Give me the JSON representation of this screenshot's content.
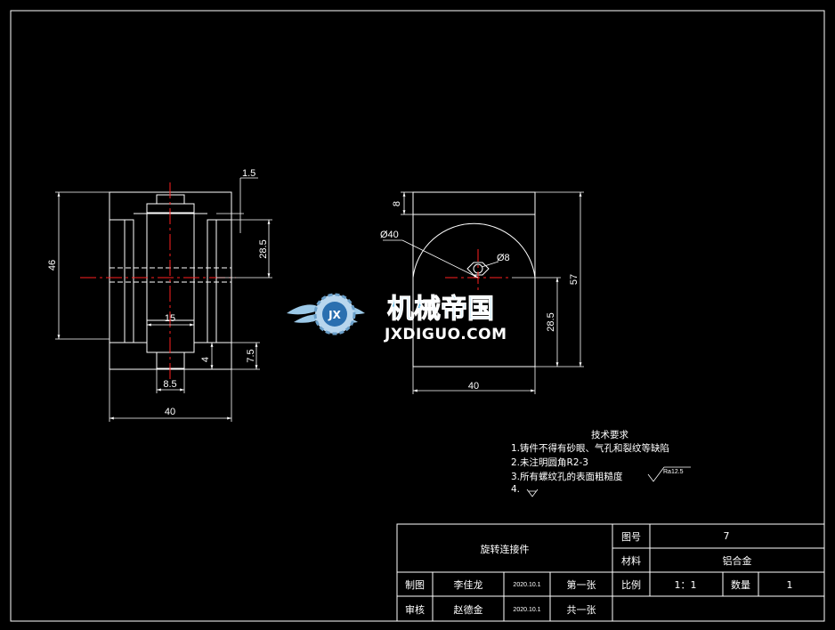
{
  "front_view": {
    "dims": [
      "1.5",
      "28.5",
      "46",
      "15",
      "4",
      "7.5",
      "8.5",
      "40"
    ]
  },
  "side_view": {
    "dims": [
      "8",
      "Ø40",
      "Ø8",
      "57",
      "28.5",
      "40"
    ]
  },
  "watermark": {
    "cn": "机械帝国",
    "en": "JXDIGUO.COM",
    "badge": "JX",
    "colors": {
      "text": "#4db3e6",
      "wing": "#9cc9e8"
    }
  },
  "notes": {
    "title": "技术要求",
    "items": [
      "1.铸件不得有砂眼、气孔和裂纹等缺陷",
      "2.未注明圆角R2-3",
      "3.所有螺纹孔的表面粗糙度",
      "4."
    ],
    "roughness": "Ra12.5"
  },
  "title_block": {
    "part_name": "旋转连接件",
    "drawing_no_label": "图号",
    "drawing_no": "7",
    "material_label": "材料",
    "material": "铝合金",
    "drawn_label": "制图",
    "drawn_by": "李佳龙",
    "drawn_date": "2020.10.1",
    "sheet_label": "第一张",
    "scale_label": "比例",
    "scale": "1：1",
    "qty_label": "数量",
    "qty": "1",
    "checked_label": "审核",
    "checked_by": "赵德金",
    "checked_date": "2020.10.1",
    "total_label": "共一张"
  },
  "colors": {
    "line": "#ffffff",
    "center": "#ff2020",
    "background": "#000000"
  }
}
